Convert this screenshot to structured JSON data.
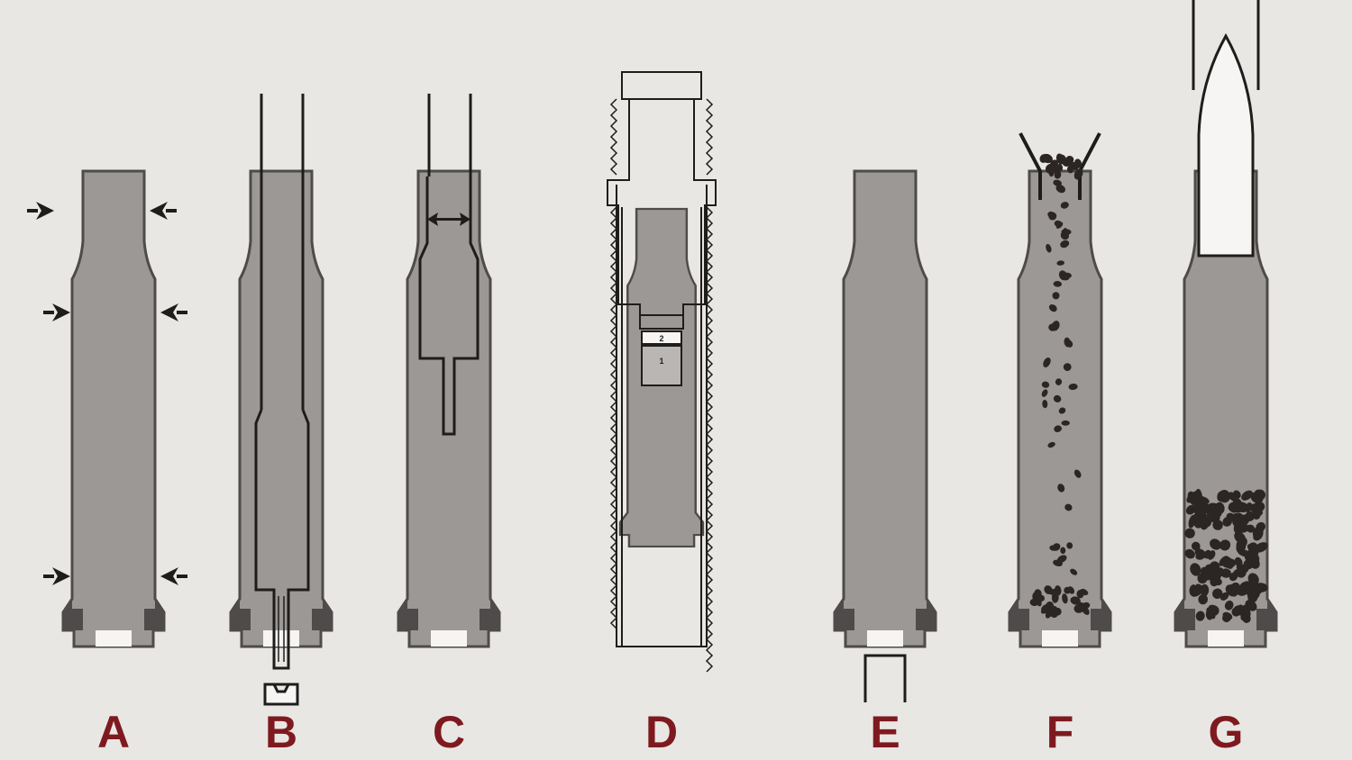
{
  "colors": {
    "background": "#e9e7e4",
    "case_gray": "#9b9896",
    "case_dark": "#4e4b4a",
    "outline": "#1f1d1c",
    "label": "#7e1a1f",
    "powder": "#2b2624",
    "white": "#f6f5f3"
  },
  "panels": [
    {
      "id": "A",
      "label": "A"
    },
    {
      "id": "B",
      "label": "B"
    },
    {
      "id": "C",
      "label": "C"
    },
    {
      "id": "D",
      "label": "D"
    },
    {
      "id": "E",
      "label": "E"
    },
    {
      "id": "F",
      "label": "F"
    },
    {
      "id": "G",
      "label": "G"
    }
  ],
  "die_numbers": [
    "2",
    "1"
  ]
}
